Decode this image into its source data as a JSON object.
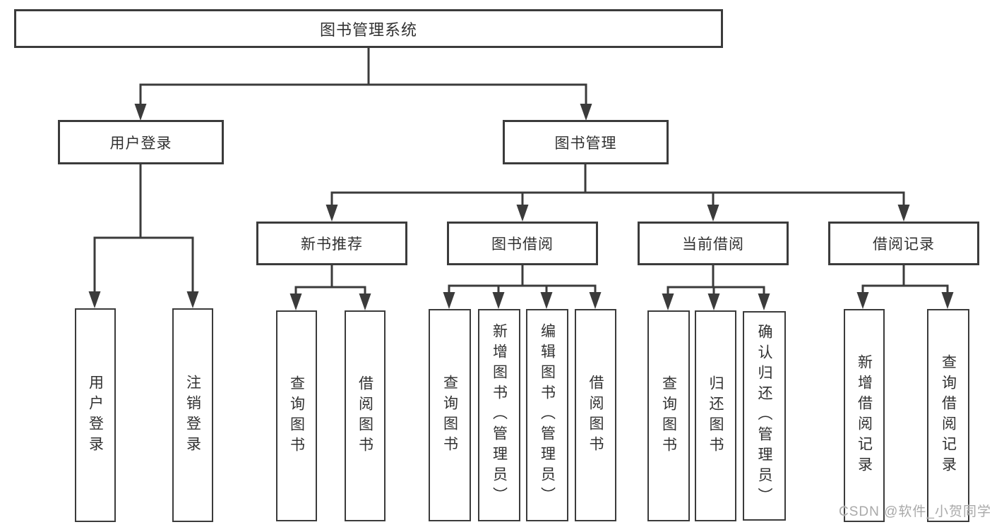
{
  "diagram": {
    "root": "图书管理系统",
    "branches": [
      {
        "label": "用户登录",
        "leaves": [
          "用户登录",
          "注销登录"
        ]
      },
      {
        "label": "图书管理",
        "groups": [
          {
            "label": "新书推荐",
            "leaves": [
              "查询图书",
              "借阅图书"
            ]
          },
          {
            "label": "图书借阅",
            "leaves": [
              "查询图书",
              "新增图书（管理员）",
              "编辑图书（管理员）",
              "借阅图书"
            ]
          },
          {
            "label": "当前借阅",
            "leaves": [
              "查询图书",
              "归还图书",
              "确认归还（管理员）"
            ]
          },
          {
            "label": "借阅记录",
            "leaves": [
              "新增借阅记录",
              "查询借阅记录"
            ]
          }
        ]
      }
    ]
  },
  "watermark": "CSDN @软件_小贺同学",
  "colors": {
    "line": "#3b3b3b",
    "text": "#313131",
    "background": "#ffffff",
    "watermark": "#a9a9a9"
  }
}
